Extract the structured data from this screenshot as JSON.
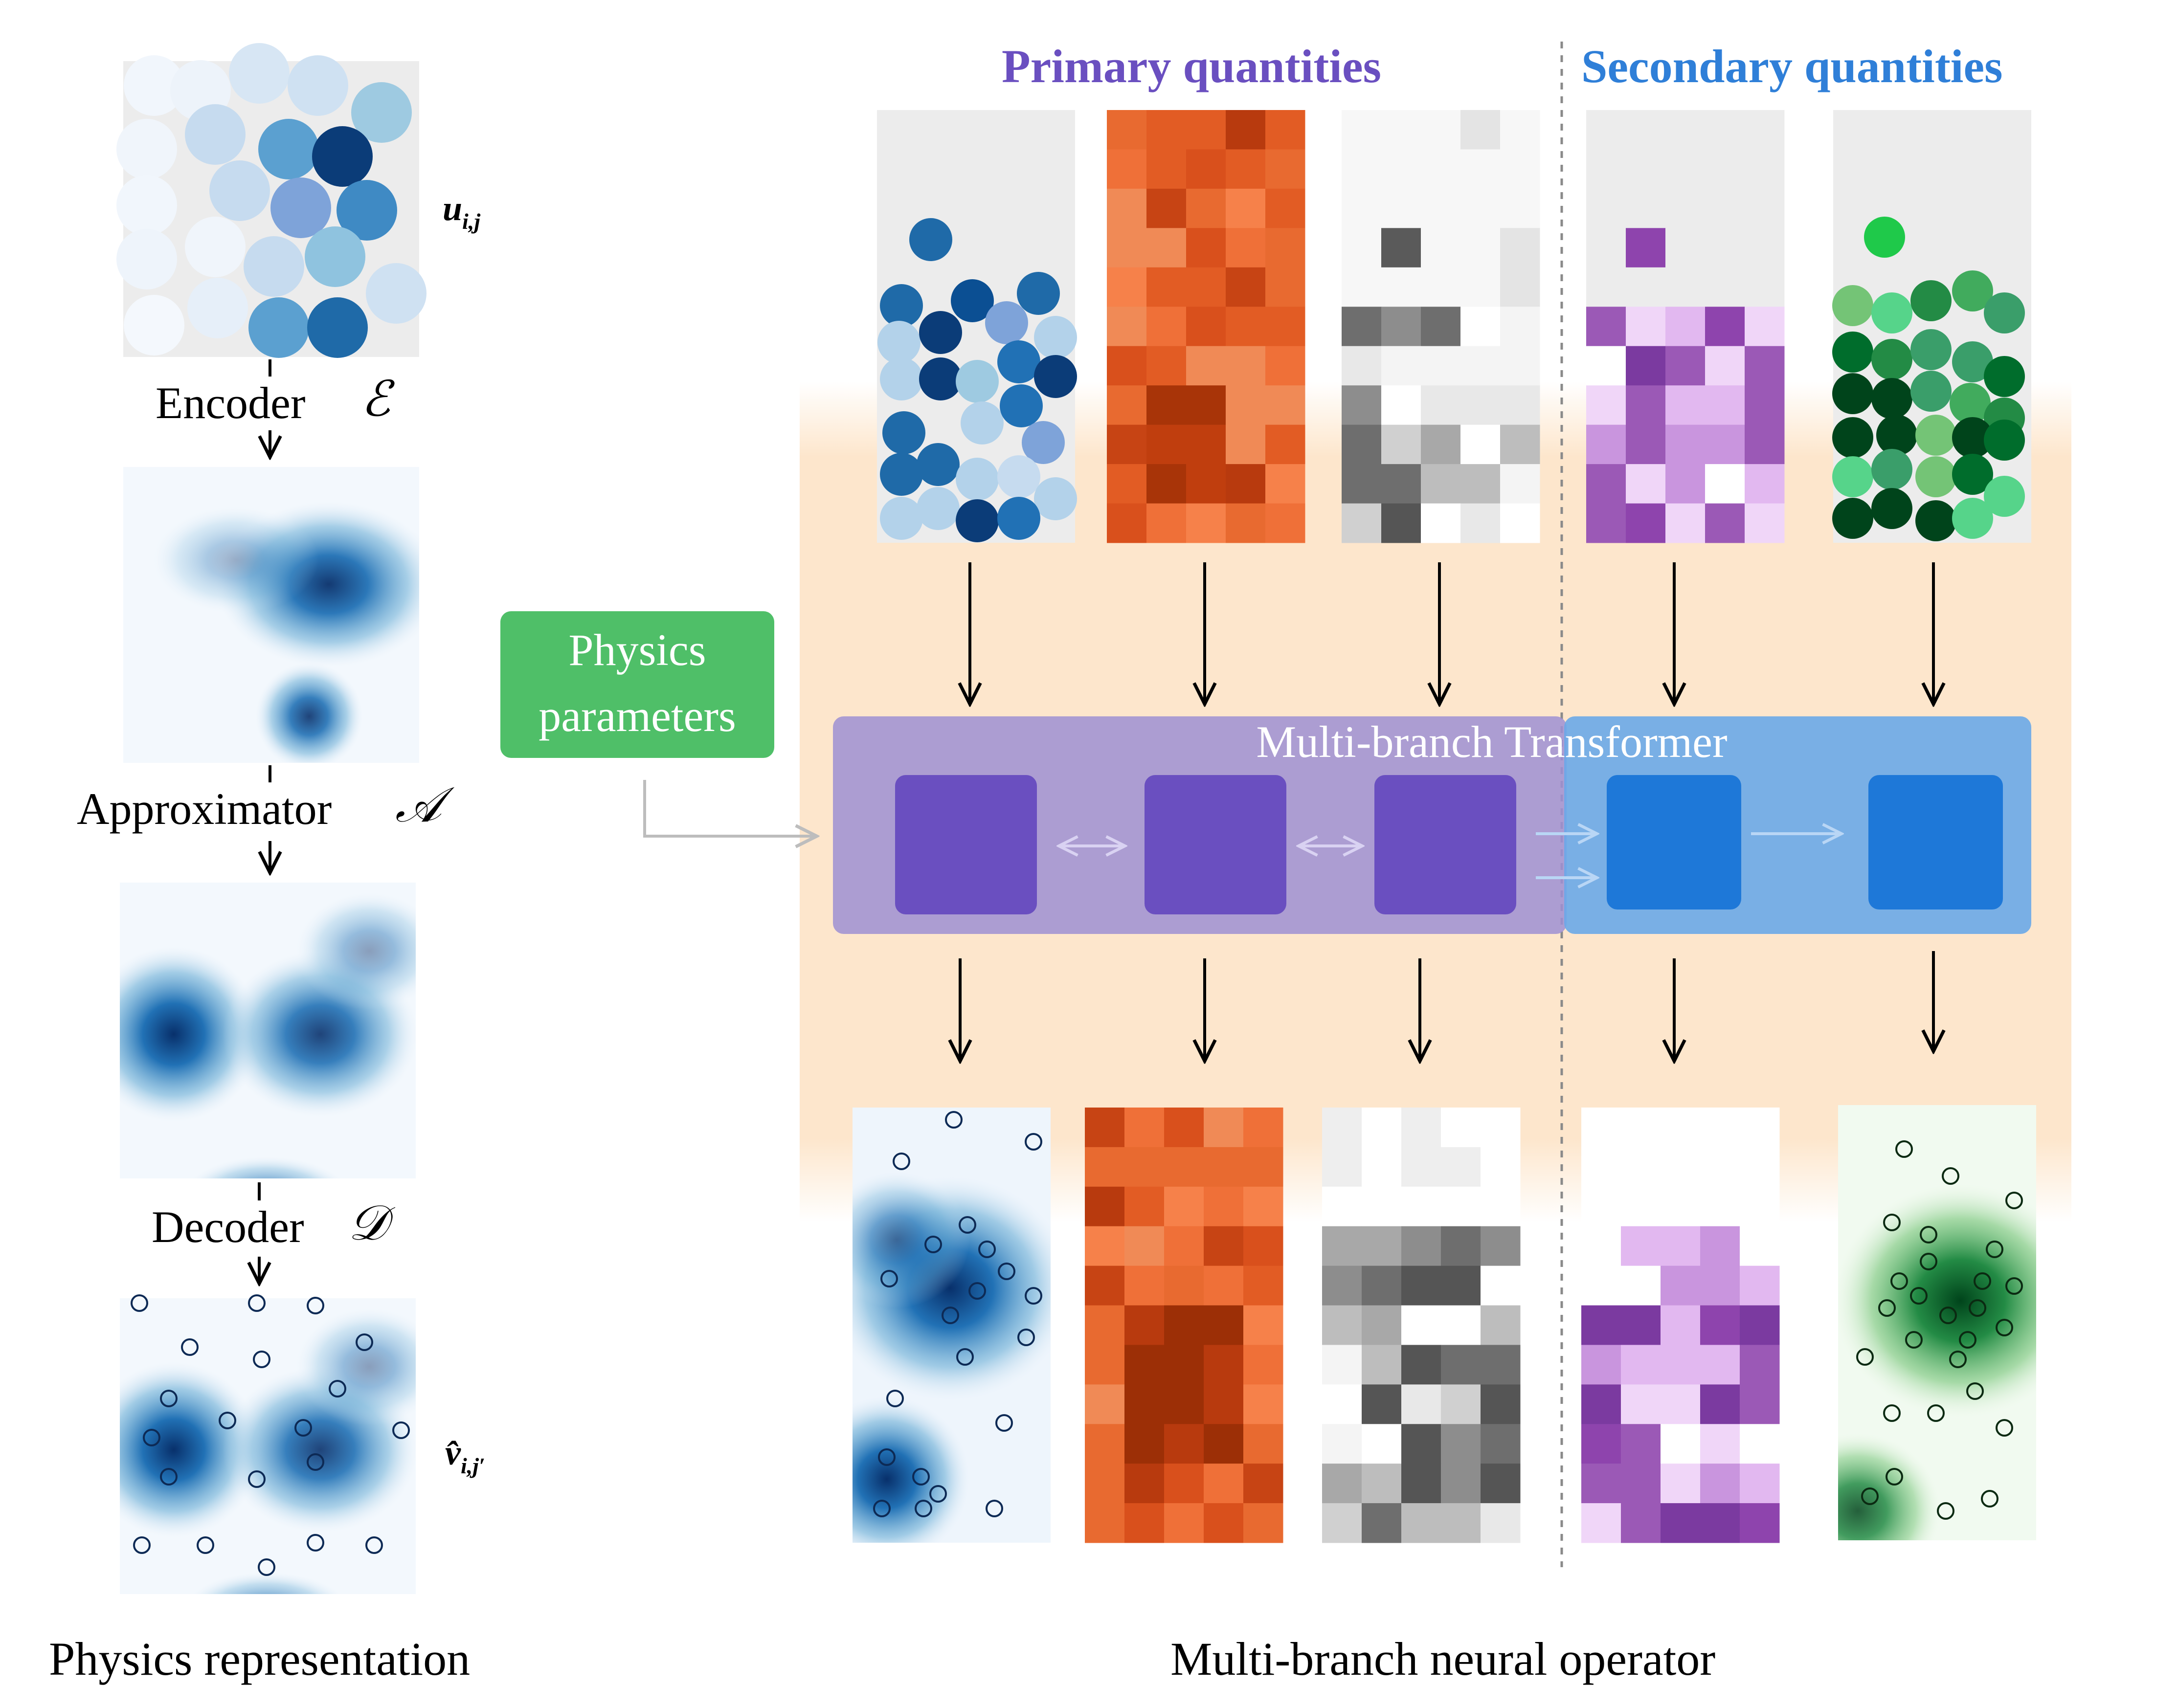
{
  "left_panel": {
    "stages": {
      "encoder": "Encoder",
      "encoder_symbol": "ℰ",
      "approximator": "Approximator",
      "approximator_symbol": "𝒜",
      "decoder": "Decoder",
      "decoder_symbol": "𝒟"
    },
    "input_label_base": "u",
    "input_label_sub": "i,j",
    "output_label_base": "v̂",
    "output_label_sub": "i,j′",
    "caption": "Physics representation"
  },
  "right_panel": {
    "primary_title": "Primary quantities",
    "secondary_title": "Secondary quantities",
    "physics_params_line1": "Physics",
    "physics_params_line2": "parameters",
    "transformer_label": "Multi-branch Transformer",
    "caption": "Multi-branch neural operator"
  },
  "colors": {
    "primary_title": "#6a4fc0",
    "secondary_title": "#2f7fd8",
    "physics_box": "#4fbf68",
    "transformer_primary": "#9e8fd2",
    "transformer_secondary": "#6aa8e8",
    "block_primary": "#6a4fc0",
    "block_secondary": "#1e78d8",
    "band": "#fde6cc"
  }
}
